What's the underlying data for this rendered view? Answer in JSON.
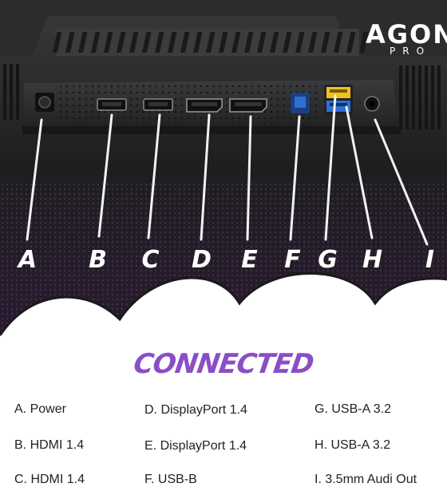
{
  "brand": {
    "name": "AGON",
    "sub": "PRO"
  },
  "ports": [
    {
      "letter": "A"
    },
    {
      "letter": "B"
    },
    {
      "letter": "C"
    },
    {
      "letter": "D"
    },
    {
      "letter": "E"
    },
    {
      "letter": "F"
    },
    {
      "letter": "G"
    },
    {
      "letter": "H"
    },
    {
      "letter": "I"
    }
  ],
  "heading": "CONNECTED",
  "legend": [
    "A. Power",
    "B. HDMI 1.4",
    "C. HDMI 1.4",
    "D. DisplayPort 1.4",
    "E. DisplayPort 1.4",
    "F. USB-B",
    "G. USB-A 3.2",
    "H. USB-A 3.2",
    "I. 3.5mm Audi Out"
  ],
  "colors": {
    "panel": "#2b2b2d",
    "background_photo": "#1c1c1e",
    "heading_purple": "#8a4ec8",
    "usb_blue": "#2f6fd6",
    "usb_yellow": "#f2c21b"
  }
}
